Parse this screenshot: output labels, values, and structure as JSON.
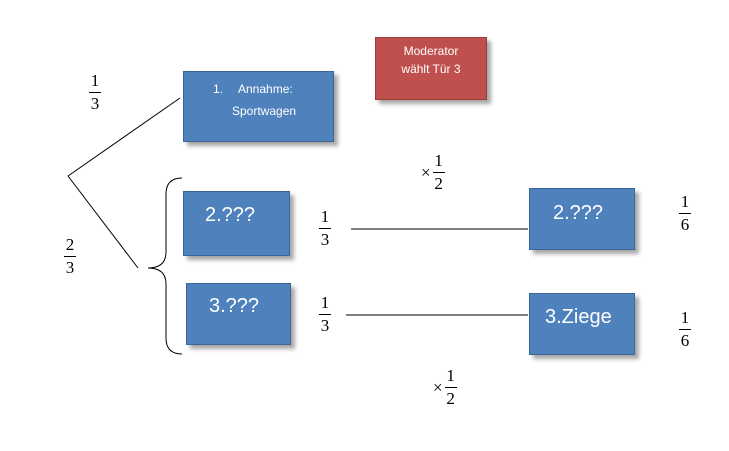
{
  "nodes": {
    "annahme_number": "1.",
    "annahme_line1": "Annahme:",
    "annahme_line2": "Sportwagen",
    "moderator_line1": "Moderator",
    "moderator_line2": "wählt Tür 3",
    "door2_left": "2.???",
    "door3_left": "3.???",
    "door2_right": "2.???",
    "door3_right": "3.Ziege"
  },
  "probabilities": {
    "branch_top": {
      "num": "1",
      "den": "3"
    },
    "branch_bottom": {
      "num": "2",
      "den": "3"
    },
    "door2_left": {
      "num": "1",
      "den": "3"
    },
    "door3_left": {
      "num": "1",
      "den": "3"
    },
    "door2_result": {
      "num": "1",
      "den": "6"
    },
    "door3_result": {
      "num": "1",
      "den": "6"
    },
    "times_top": {
      "op": "×",
      "num": "1",
      "den": "2"
    },
    "times_bottom": {
      "op": "×",
      "num": "1",
      "den": "2"
    }
  },
  "colors": {
    "box_blue": "#4f81bd",
    "box_red": "#c0504d",
    "text_white": "#ffffff"
  }
}
